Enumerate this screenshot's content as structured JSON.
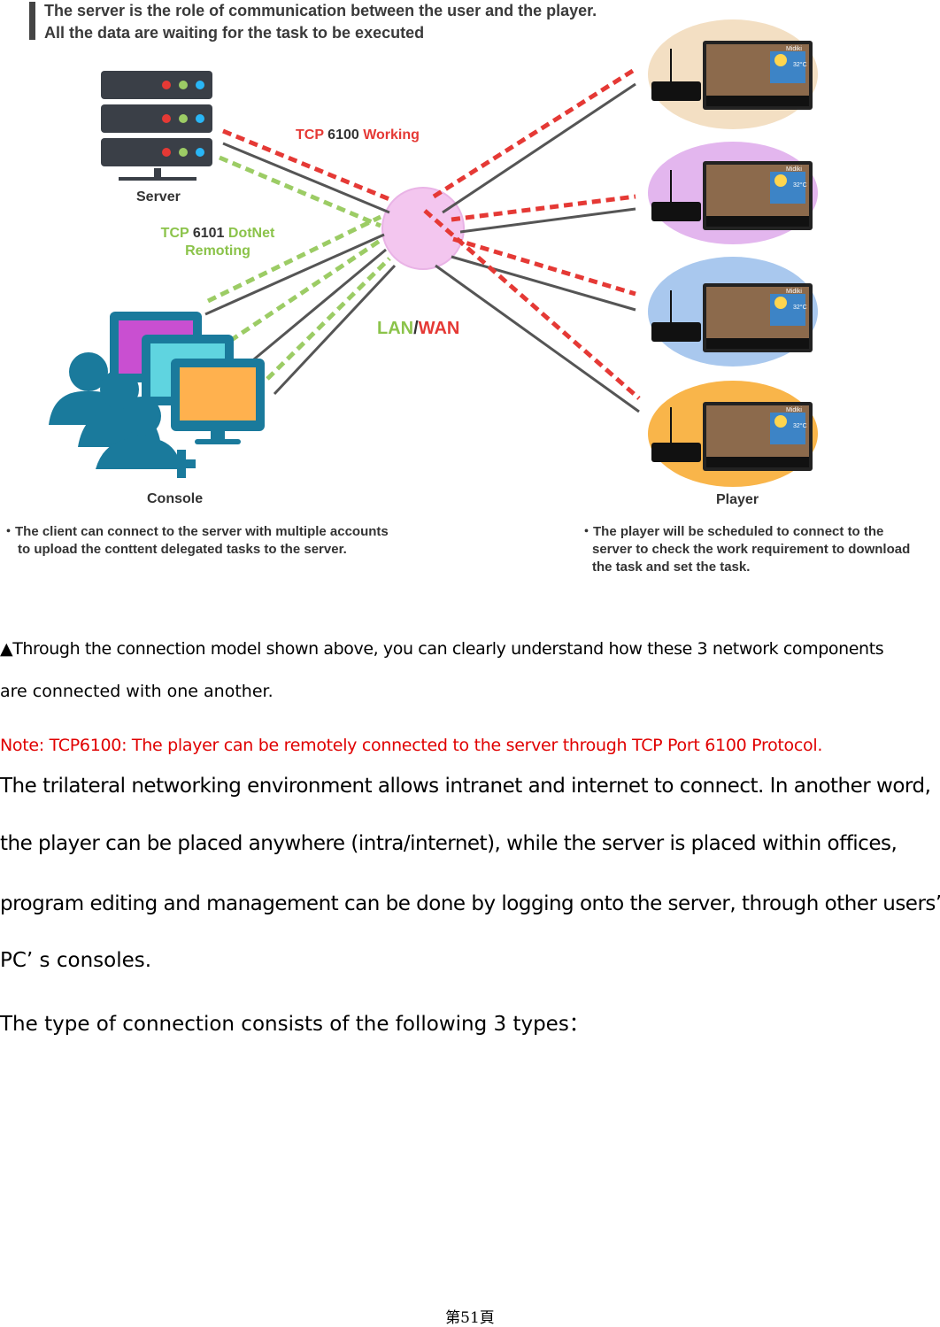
{
  "header": {
    "line1": "The server is the role of communication between the user and the player.",
    "line2": "All the data are waiting for the task to be executed"
  },
  "diagram": {
    "server_label": "Server",
    "console_label": "Console",
    "player_label": "Player",
    "tcp6100_prefix": "TCP",
    "tcp6100_port": "6100",
    "tcp6100_suffix": "Working",
    "tcp6101_prefix": "TCP",
    "tcp6101_port": "6101",
    "tcp6101_suffix": "DotNet",
    "tcp6101_line2": "Remoting",
    "lan": "LAN",
    "slash": "/",
    "wan": "WAN",
    "client_note_1": "・The client can connect to the server with multiple accounts",
    "client_note_2": "to upload the conttent delegated tasks to the server.",
    "player_note_1": "・The player will be scheduled to connect to the",
    "player_note_2": "server to check the work requirement to download",
    "player_note_3": "the task and set the task.",
    "screen_brand": "Midiki",
    "screen_temp": "32°C",
    "colors": {
      "red_dash": "#e53935",
      "green_dash": "#9ccc65",
      "grey_line": "#555555",
      "hub": "#f3c6ef",
      "player_bg": [
        "#f3dfc3",
        "#e3b6ee",
        "#a9c8ee",
        "#f9b54a"
      ],
      "monitors": [
        "#c94fd1",
        "#5fd4e0",
        "#ffb14e"
      ]
    }
  },
  "body": {
    "caption_1": "▲Through the connection model shown above, you can clearly understand how these 3 network components",
    "caption_2": "are connected with one another.",
    "note": "Note: TCP6100: The player can be remotely connected to the server through TCP Port 6100 Protocol.",
    "para_1": "The trilateral networking environment allows intranet and internet to connect. In another word,",
    "para_2": "the player can be placed anywhere (intra/internet), while the server is placed within offices,",
    "para_3": "program editing and management can be done by logging onto the server, through other users’",
    "para_4": "PC’ s consoles.",
    "para_5": "The type of connection consists of the following 3 types："
  },
  "footer": {
    "page": "第51頁"
  }
}
